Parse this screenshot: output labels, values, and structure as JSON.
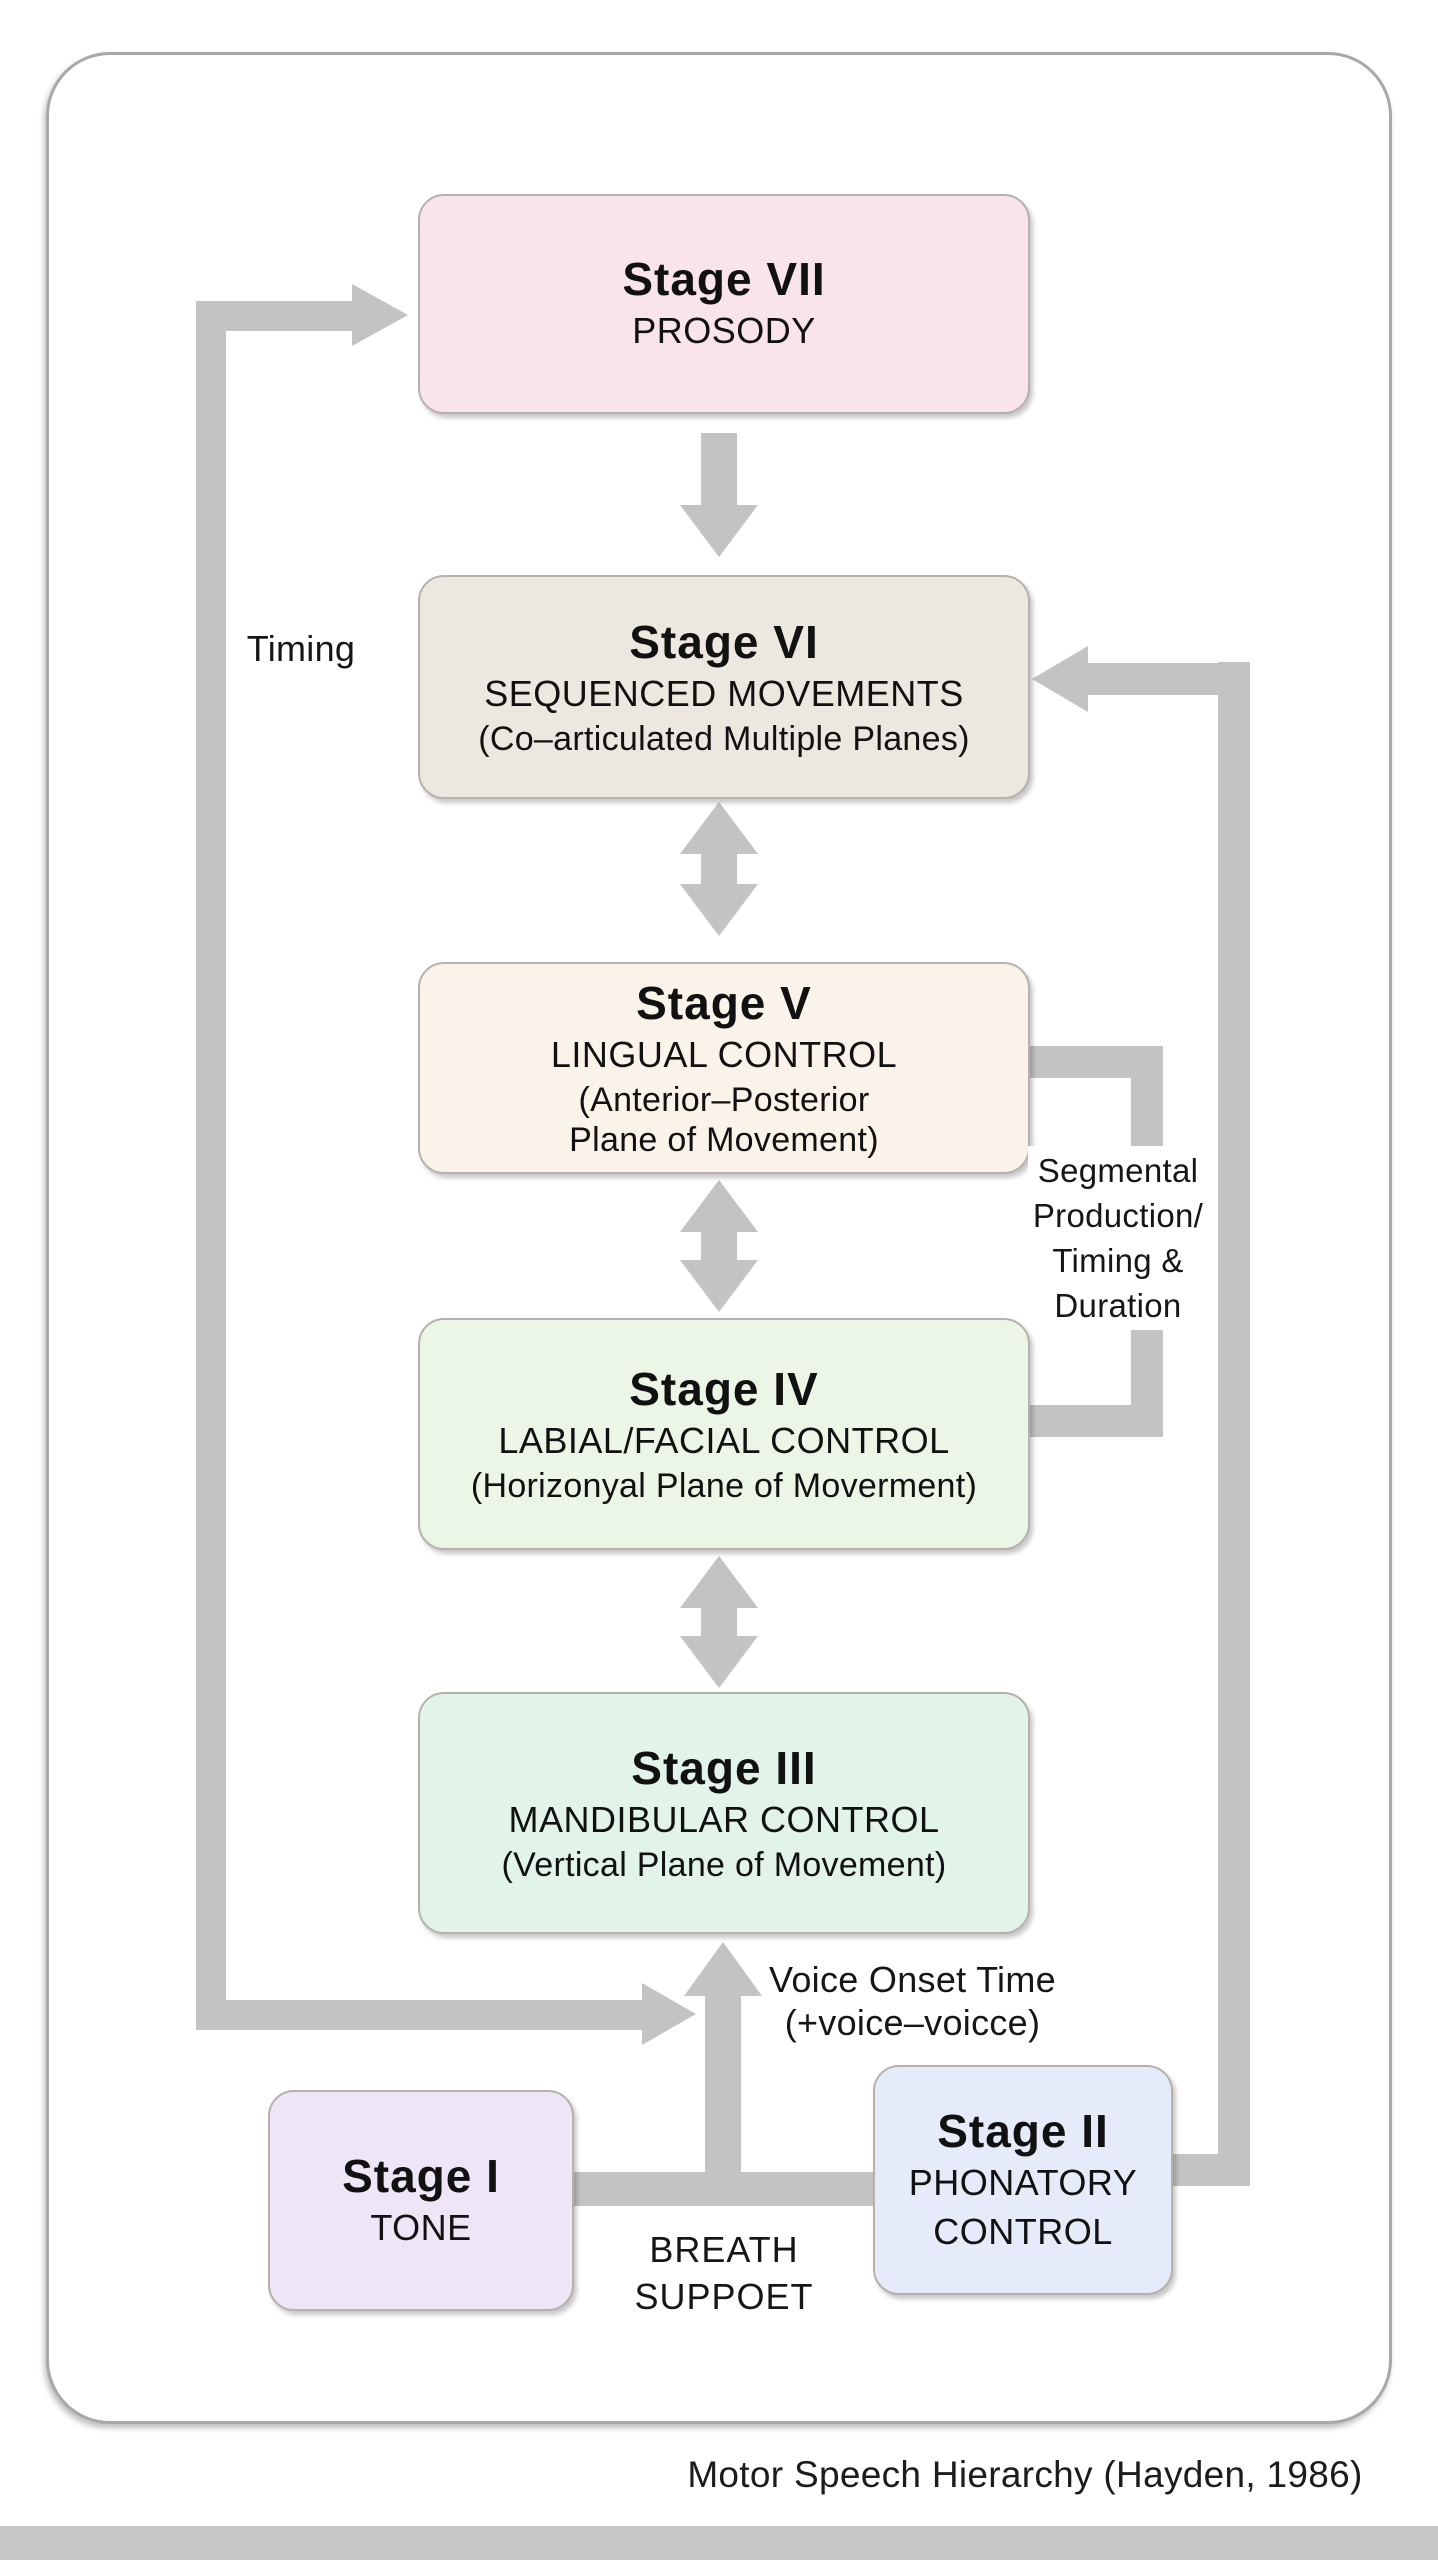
{
  "diagram": {
    "caption": "Motor Speech Hierarchy (Hayden, 1986)",
    "stages": [
      {
        "key": "VII",
        "title": "Stage VII",
        "lines": [
          "PROSODY"
        ]
      },
      {
        "key": "VI",
        "title": "Stage VI",
        "lines": [
          "SEQUENCED MOVEMENTS",
          "(Co–articulated Multiple Planes)"
        ]
      },
      {
        "key": "V",
        "title": "Stage V",
        "lines": [
          "LINGUAL CONTROL",
          "(Anterior–Posterior",
          "Plane of Movement)"
        ]
      },
      {
        "key": "IV",
        "title": "Stage IV",
        "lines": [
          "LABIAL/FACIAL CONTROL",
          "(Horizonyal Plane of Moverment)"
        ]
      },
      {
        "key": "III",
        "title": "Stage III",
        "lines": [
          "MANDIBULAR CONTROL",
          "(Vertical Plane of Movement)"
        ]
      },
      {
        "key": "II",
        "title": "Stage II",
        "lines": [
          "PHONATORY",
          "CONTROL"
        ]
      },
      {
        "key": "I",
        "title": "Stage I",
        "lines": [
          "TONE"
        ]
      }
    ],
    "labels": {
      "timing": "Timing",
      "segmental_lines": [
        "Segmental",
        "Production/",
        "Timing &",
        "Duration"
      ],
      "voice_onset_lines": [
        "Voice Onset Time",
        "(+voice–voicce)"
      ],
      "breath_lines": [
        "BREATH",
        "SUPPOET"
      ]
    },
    "colors": {
      "stage_vii_fill": "#f9e4ee",
      "stage_vi_fill": "#ece7df",
      "stage_v_fill": "#faf3e9",
      "stage_iv_fill": "#ebf6e6",
      "stage_iii_fill": "#e2f4e9",
      "stage_ii_fill": "#e6ebf9",
      "stage_i_fill": "#eee6f6",
      "arrow_gray": "#c3c3c3",
      "bottom_bar_gray": "#c6c6c6"
    }
  }
}
